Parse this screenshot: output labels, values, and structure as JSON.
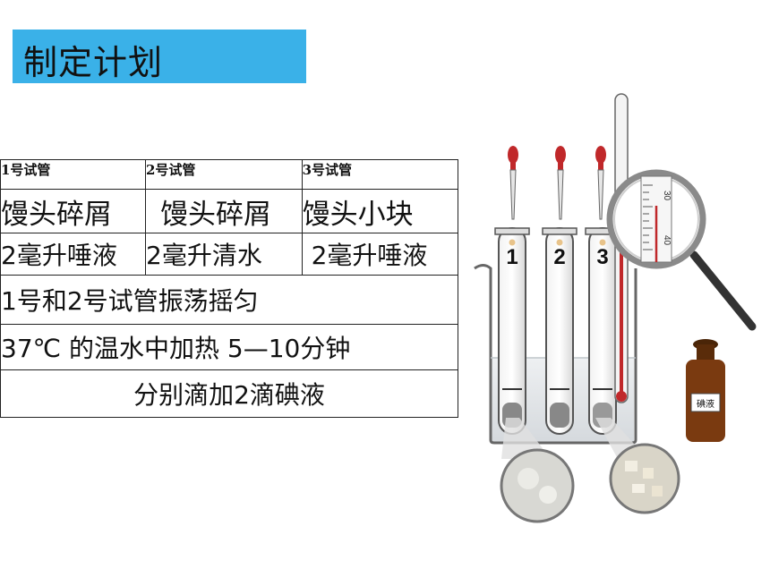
{
  "title": "制定计划",
  "table": {
    "headers": [
      "1号试管",
      "2号试管",
      "3号试管"
    ],
    "row_material": [
      "馒头碎屑",
      "馒头碎屑",
      "馒头小块"
    ],
    "row_liquid": [
      "2毫升唾液",
      "2毫升清水",
      "2毫升唾液"
    ],
    "step_shake": "1号和2号试管振荡摇匀",
    "step_heat": "37℃ 的温水中加热 5—10分钟",
    "step_iodine": "分别滴加2滴碘液"
  },
  "figure": {
    "tube_numbers": [
      "1",
      "2",
      "3"
    ],
    "bottle_label": "碘液",
    "thermometer_scale": [
      "30",
      "40"
    ],
    "icons": [
      "dropper-icon",
      "beaker-icon",
      "test-tube-icon",
      "thermometer-icon",
      "magnifier-icon",
      "iodine-bottle-icon"
    ]
  },
  "colors": {
    "title_bg": "#3ab1e8",
    "dropper_bulb": "#c0282a",
    "bottle": "#7a3a10",
    "thermometer_liquid": "#c0282a"
  }
}
